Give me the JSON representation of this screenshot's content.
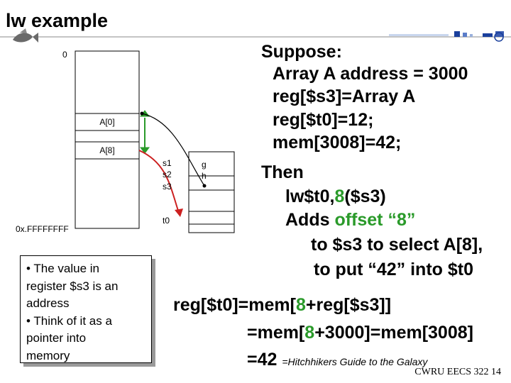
{
  "slide_title": "lw example",
  "memory": {
    "addr_top": "0",
    "addr_bottom": "0x.FFFFFFFF",
    "cell_a0": "A[0]",
    "cell_a8": "A[8]"
  },
  "registers": {
    "s1": "s1",
    "s2": "s2",
    "s3": "s3",
    "t0": "t0",
    "g": "g",
    "h": "h"
  },
  "note": {
    "lines": [
      "• The value in",
      "register $s3 is an",
      "address",
      "• Think of it as a",
      "pointer into",
      "memory"
    ]
  },
  "right_text": {
    "suppose": "Suppose:",
    "l1": "Array A address = 3000",
    "l2": "reg[$s3]=Array A",
    "l3": "reg[$t0]=12;",
    "l4": "mem[3008]=42;",
    "then": "Then",
    "lw_a": "lw$t0,",
    "lw_b": "8",
    "lw_c": "($s3)",
    "adds_a": "Adds ",
    "adds_b": "offset “8”",
    "sel": "to $s3 to select A[8],",
    "put": "to put “42” into $t0"
  },
  "equation": {
    "e1_a": "reg[$t0]=mem[",
    "e1_b": "8",
    "e1_c": "+reg[$s3]]",
    "e2_a": "=mem[",
    "e2_b": "8",
    "e2_c": "+3000]=mem[3008]",
    "e3": "=42",
    "footnote": "=Hitchhikers Guide to the Galaxy"
  },
  "footer": "CWRU EECS 322  14",
  "colors": {
    "accent_green": "#2a9a2a",
    "arrow_red": "#cc2020",
    "bar_blue": "#1a3f9c"
  }
}
